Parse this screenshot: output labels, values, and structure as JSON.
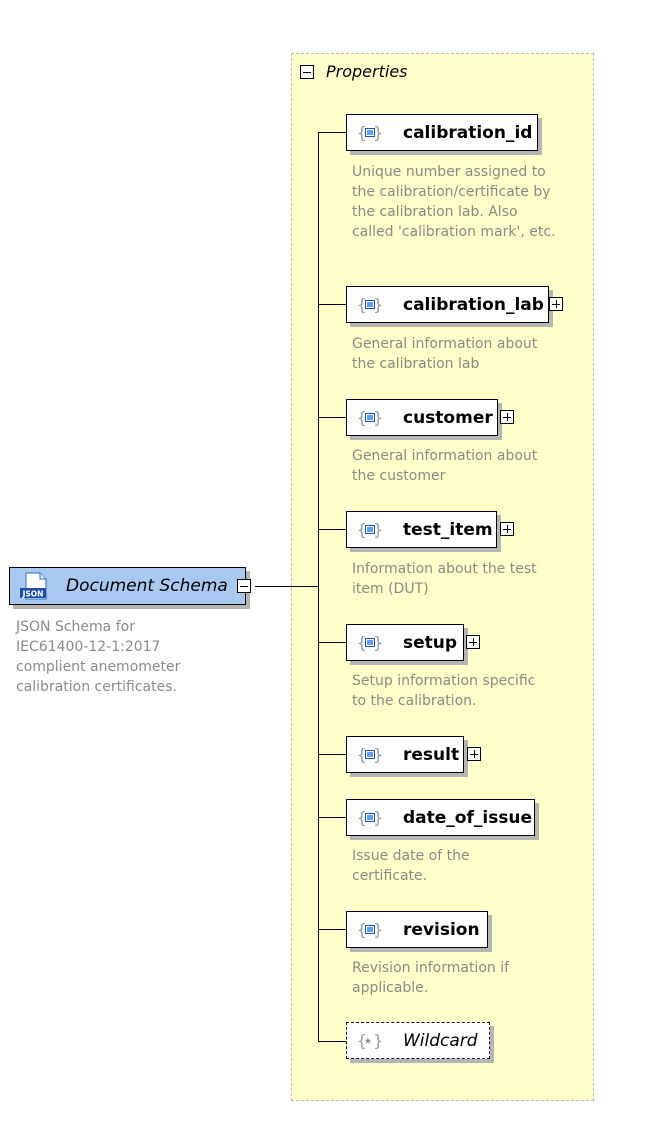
{
  "root": {
    "label": "Document Schema",
    "icon": "json-file-icon",
    "icon_text": "JSON",
    "description": "JSON Schema for\nIEC61400-12-1:2017\ncomplient anemometer\ncalibration certificates."
  },
  "properties_group": {
    "label": "Properties"
  },
  "properties": [
    {
      "label": "calibration_id",
      "description": "Unique number assigned to\nthe calibration/certificate by\nthe calibration lab. Also\ncalled 'calibration mark', etc.",
      "expandable": false
    },
    {
      "label": "calibration_lab",
      "description": "General information about\nthe calibration lab",
      "expandable": true
    },
    {
      "label": "customer",
      "description": "General information about\nthe customer",
      "expandable": true
    },
    {
      "label": "test_item",
      "description": "Information about the test\nitem (DUT)",
      "expandable": true
    },
    {
      "label": "setup",
      "description": "Setup information specific\nto the calibration.",
      "expandable": true
    },
    {
      "label": "result",
      "description": "",
      "expandable": true
    },
    {
      "label": "date_of_issue",
      "description": "Issue date of the\ncertificate.",
      "expandable": false
    },
    {
      "label": "revision",
      "description": "Revision information if\napplicable.",
      "expandable": false
    }
  ],
  "wildcard": {
    "label": "Wildcard"
  },
  "colors": {
    "root_fill": "#a7c9ef",
    "group_fill": "#ffffc9",
    "description_text": "#8a8a8a",
    "object_icon": "#1d4fd0"
  }
}
